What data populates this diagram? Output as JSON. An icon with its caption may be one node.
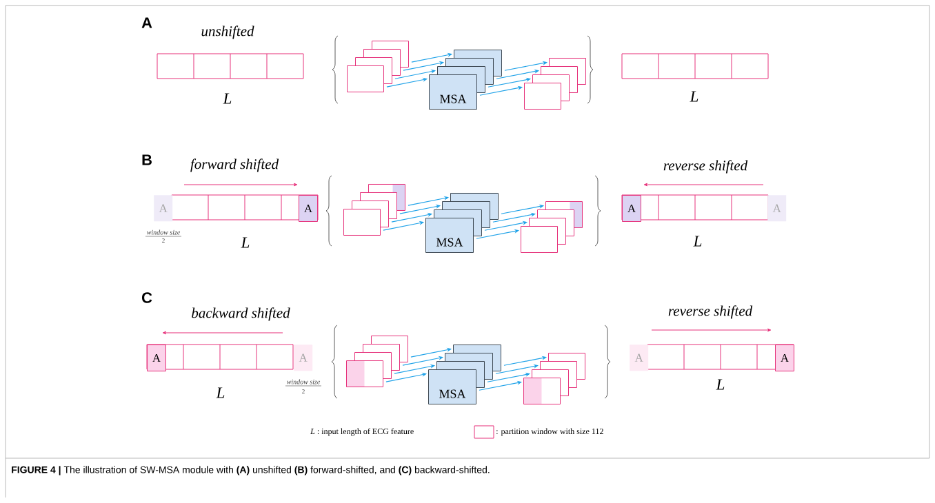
{
  "diagram": {
    "caption": "**FIGURE 4 |** The illustration of SW-MSA module with **(A)** unshifted **(B)** forward-shifted, and **(C)** backward-shifted.",
    "nodes": [
      {
        "text": [],
        "shape": "box"
      },
      {
        "text": [],
        "shape": "box"
      },
      {
        "text": [],
        "shape": "box"
      },
      {
        "text": [],
        "shape": "box"
      },
      {
        "text": [
          "MSA"
        ]
      },
      {
        "text": [],
        "shape": "box"
      },
      {
        "text": [],
        "shape": "box"
      },
      {
        "text": [],
        "shape": "box"
      },
      {
        "text": [],
        "shape": "box"
      },
      {
        "text": [],
        "shape": "box"
      },
      {
        "text": [],
        "shape": "box"
      },
      {
        "text": [],
        "shape": "box"
      },
      {
        "text": [
          "A"
        ]
      },
      {
        "text": [
          "A"
        ]
      },
      {
        "text": [],
        "shape": "box"
      },
      {
        "text": [],
        "shape": "box"
      },
      {
        "text": [],
        "shape": "box"
      },
      {
        "text": [],
        "shape": "box"
      },
      {
        "text": [
          "MSA"
        ]
      },
      {
        "text": [],
        "shape": "box"
      },
      {
        "text": [],
        "shape": "box"
      },
      {
        "text": [],
        "shape": "box"
      },
      {
        "text": [],
        "shape": "box"
      },
      {
        "text": [],
        "shape": "box"
      },
      {
        "text": [],
        "shape": "box"
      },
      {
        "text": [],
        "shape": "box"
      },
      {
        "text": [
          "A"
        ]
      },
      {
        "text": [
          "A"
        ]
      },
      {
        "text": [
          "A"
        ]
      },
      {
        "text": [
          "A"
        ]
      },
      {
        "text": [],
        "shape": "box"
      },
      {
        "text": [],
        "shape": "box"
      },
      {
        "text": [],
        "shape": "box"
      },
      {
        "text": [],
        "shape": "box"
      },
      {
        "text": [
          "MSA"
        ]
      },
      {
        "text": [],
        "shape": "box"
      },
      {
        "text": [],
        "shape": "box"
      },
      {
        "text": [],
        "shape": "box"
      },
      {
        "text": [],
        "shape": "box"
      },
      {
        "text": [],
        "shape": "box"
      },
      {
        "text": [],
        "shape": "box"
      },
      {
        "text": [],
        "shape": "box"
      },
      {
        "text": [
          "A"
        ]
      },
      {
        "text": [
          "A"
        ]
      }
    ],
    "edges": [
      {
        "from": 0,
        "to": 4,
        "arrow": "to"
      },
      {
        "from": 1,
        "to": 5,
        "arrow": "to"
      },
      {
        "from": 2,
        "to": 6,
        "arrow": "to"
      },
      {
        "from": 3,
        "to": 7,
        "arrow": "to"
      },
      {
        "from": 4,
        "to": 8,
        "arrow": "to"
      },
      {
        "from": 5,
        "to": 9,
        "arrow": "to"
      },
      {
        "from": 6,
        "to": 10,
        "arrow": "to"
      },
      {
        "from": 7,
        "to": 11,
        "arrow": "to"
      },
      {
        "from": 14,
        "to": 18,
        "arrow": "to"
      },
      {
        "from": 15,
        "to": 19,
        "arrow": "to"
      },
      {
        "from": 16,
        "to": 20,
        "arrow": "to"
      },
      {
        "from": 17,
        "to": 21,
        "arrow": "to"
      },
      {
        "from": 18,
        "to": 22,
        "arrow": "to"
      },
      {
        "from": 19,
        "to": 23,
        "arrow": "to"
      },
      {
        "from": 20,
        "to": 24,
        "arrow": "to"
      },
      {
        "from": 21,
        "to": 25,
        "arrow": "to"
      },
      {
        "from": 30,
        "to": 34,
        "arrow": "to"
      },
      {
        "from": 31,
        "to": 35,
        "arrow": "to"
      },
      {
        "from": 32,
        "to": 36,
        "arrow": "to"
      },
      {
        "from": 33,
        "to": 37,
        "arrow": "to"
      },
      {
        "from": 34,
        "to": 38,
        "arrow": "to"
      },
      {
        "from": 35,
        "to": 39,
        "arrow": "to"
      },
      {
        "from": 36,
        "to": 40,
        "arrow": "to"
      },
      {
        "from": 37,
        "to": 41,
        "arrow": "to"
      }
    ],
    "labels": [
      "A",
      "unshifted",
      "L",
      "L",
      "B",
      "forward shifted",
      "reverse shifted",
      "window size",
      "2",
      "L",
      "L",
      "C",
      "backward shifted",
      "reverse shifted",
      "window size",
      "2",
      "L",
      "L",
      "*L* : input length of ECG feature"
    ],
    "legend": [
      {
        "text": ": partition window with size 112"
      }
    ]
  }
}
